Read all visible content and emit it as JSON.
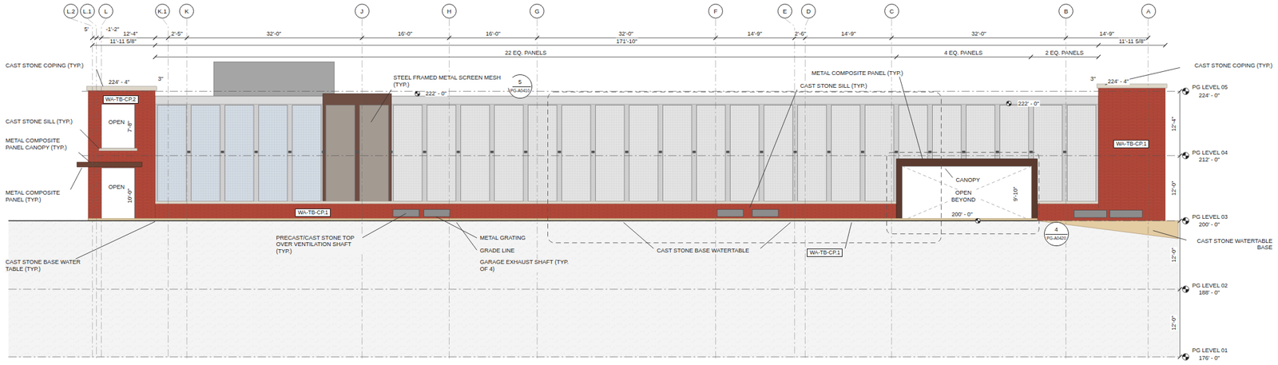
{
  "diagram": {
    "nodes": [
      {
        "text": [
          "L.2"
        ]
      },
      {
        "text": [
          "L.1"
        ]
      },
      {
        "text": [
          "L"
        ]
      },
      {
        "text": [
          "K.1"
        ]
      },
      {
        "text": [
          "K"
        ]
      },
      {
        "text": [
          "J"
        ]
      },
      {
        "text": [
          "H"
        ]
      },
      {
        "text": [
          "G"
        ]
      },
      {
        "text": [
          "F"
        ]
      },
      {
        "text": [
          "E"
        ]
      },
      {
        "text": [
          "D"
        ]
      },
      {
        "text": [
          "C"
        ]
      },
      {
        "text": [
          "B"
        ]
      },
      {
        "text": [
          "A"
        ]
      },
      {
        "text": [
          "WA-TB-CP.2"
        ]
      },
      {
        "text": [
          "5",
          "PG-A0410"
        ]
      },
      {
        "text": [
          "WA-TB-CP.1"
        ]
      },
      {
        "text": [
          "WA-TB-CP.1"
        ]
      },
      {
        "text": [
          "4",
          "PG-A0420"
        ]
      },
      {
        "text": [
          "WA-TB-CP.1"
        ]
      }
    ],
    "labels": [
      "5'",
      "-1'-2\"",
      "12'-4\"",
      "2'-5\"",
      "32'-0\"",
      "16'-0\"",
      "16'-0\"",
      "32'-0\"",
      "14'-9\"",
      "2'-6\"",
      "14'-9\"",
      "32'-0\"",
      "14'-9\"",
      "11'-11 5/8\"",
      "171'-10\"",
      "11'-11 5/8\"",
      "22 EQ. PANELS",
      "4 EQ. PANELS",
      "2 EQ. PANELS",
      "CAST STONE COPING (TYP.)",
      "224' - 4\"",
      "CAST STONE SILL (TYP.)",
      "OPEN",
      "7'-8\"",
      "METAL COMPOSITE PANEL CANOPY (TYP.)",
      "OPEN",
      "10'-0\"",
      "METAL COMPOSITE PANEL (TYP.)",
      "CAST STONE BASE WATER TABLE (TYP.)",
      "3\"",
      "STEEL FRAMED METAL SCREEN MESH (TYP.)",
      "222' - 0\"",
      "METAL COMPOSITE PANEL (TYP.)",
      "CAST STONE SILL (TYP.)",
      "3\"",
      "224' - 4\"",
      "CAST STONE COPING (TYP.)",
      "222' - 0\"",
      "CANOPY",
      "OPEN BEYOND",
      "9'-10\"",
      "200' - 0\"",
      "PRECAST/CAST STONE TOP OVER VENTILATION SHAFT (TYP.)",
      "METAL GRATING",
      "GRADE LINE",
      "GARAGE EXHAUST SHAFT (TYP. OF 4)",
      "CAST STONE BASE WATERTABLE",
      "CAST STONE WATERTABLE BASE",
      "PG LEVEL 05",
      "224' - 0\"",
      "PG LEVEL 04",
      "212' - 0\"",
      "PG LEVEL 03",
      "200' - 0\"",
      "PG LEVEL 02",
      "188' - 0\"",
      "PG LEVEL 01",
      "176' - 0\"",
      "12'-4\"",
      "12'-0\"",
      "12'-0\"",
      "12'-0\""
    ]
  }
}
